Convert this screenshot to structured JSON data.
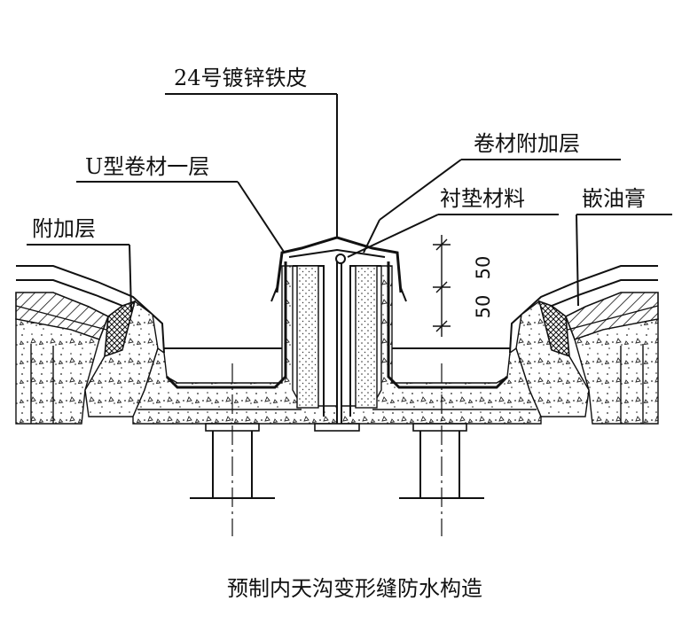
{
  "labels": {
    "galvanized_sheet": "24号镀锌铁皮",
    "membrane_extra_layer": "卷材附加层",
    "u_membrane": "U型卷材一层",
    "padding_material": "衬垫材料",
    "sealant": "嵌油膏",
    "extra_layer": "附加层",
    "dim_upper": "50",
    "dim_lower": "50"
  },
  "caption": "预制内天沟变形缝防水构造"
}
